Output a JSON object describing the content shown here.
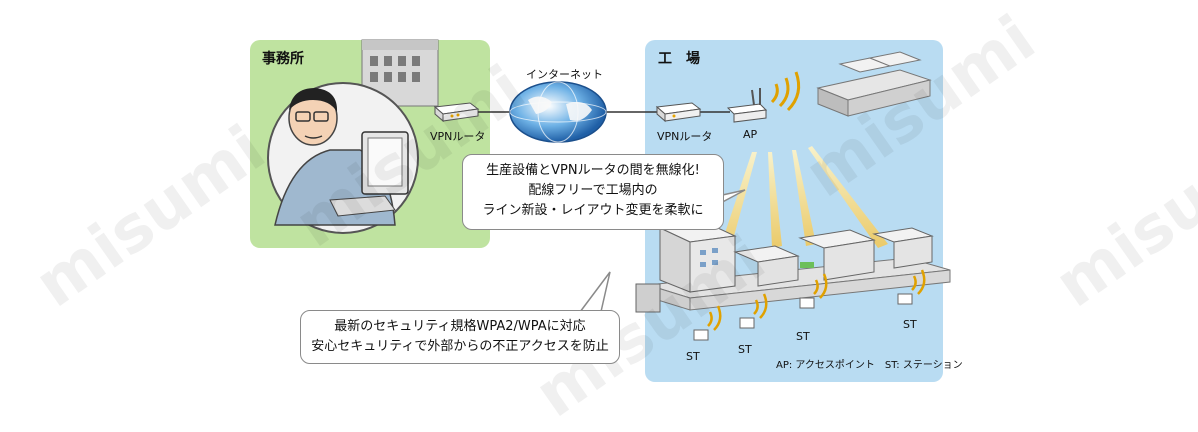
{
  "office": {
    "label": "事務所",
    "router_label": "VPNルータ"
  },
  "internet": {
    "label": "インターネット"
  },
  "factory": {
    "label": "工　場",
    "router_label": "VPNルータ",
    "ap_label": "AP"
  },
  "callout_top": {
    "line1": "生産設備とVPNルータの間を無線化!",
    "line2": "配線フリーで工場内の",
    "line3": "ライン新設・レイアウト変更を柔軟に"
  },
  "callout_bottom": {
    "line1": "最新のセキュリティ規格WPA2/WPAに対応",
    "line2": "安心セキュリティで外部からの不正アクセスを防止"
  },
  "stations": [
    "ST",
    "ST",
    "ST",
    "ST"
  ],
  "legend": "AP: アクセスポイント　ST: ステーション",
  "watermark": "misumi",
  "colors": {
    "office_bg": "#bfe3a0",
    "factory_bg": "#b9dcf2",
    "beam": "#f3d57a",
    "line": "#333333"
  }
}
